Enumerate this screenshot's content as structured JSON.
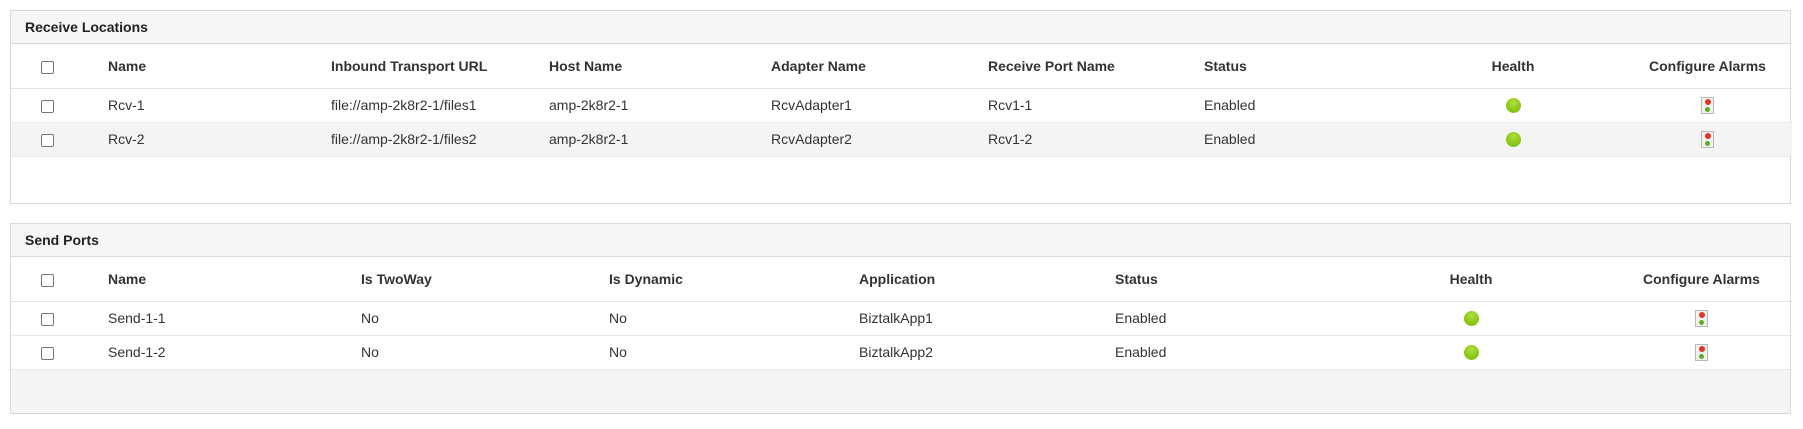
{
  "colors": {
    "health_ok": "#8cc918",
    "alarm_red": "#e03424",
    "alarm_green": "#62aa24",
    "stripe": "#f4f4f4",
    "panel_header_bg": "#f6f6f6",
    "panel_border": "#d9d9d9"
  },
  "receive_locations": {
    "title": "Receive Locations",
    "headers": {
      "name": "Name",
      "inbound_transport_url": "Inbound Transport URL",
      "host_name": "Host Name",
      "adapter_name": "Adapter Name",
      "receive_port_name": "Receive Port Name",
      "status": "Status",
      "health": "Health",
      "configure_alarms": "Configure Alarms"
    },
    "rows": [
      {
        "name": "Rcv-1",
        "inbound_transport_url": "file://amp-2k8r2-1/files1",
        "host_name": "amp-2k8r2-1",
        "adapter_name": "RcvAdapter1",
        "receive_port_name": "Rcv1-1",
        "status": "Enabled",
        "health": "healthy",
        "checked": false
      },
      {
        "name": "Rcv-2",
        "inbound_transport_url": "file://amp-2k8r2-1/files2",
        "host_name": "amp-2k8r2-1",
        "adapter_name": "RcvAdapter2",
        "receive_port_name": "Rcv1-2",
        "status": "Enabled",
        "health": "healthy",
        "checked": false
      }
    ]
  },
  "send_ports": {
    "title": "Send Ports",
    "headers": {
      "name": "Name",
      "is_twoway": "Is TwoWay",
      "is_dynamic": "Is Dynamic",
      "application": "Application",
      "status": "Status",
      "health": "Health",
      "configure_alarms": "Configure Alarms"
    },
    "rows": [
      {
        "name": "Send-1-1",
        "is_twoway": "No",
        "is_dynamic": "No",
        "application": "BiztalkApp1",
        "status": "Enabled",
        "health": "healthy",
        "checked": false
      },
      {
        "name": "Send-1-2",
        "is_twoway": "No",
        "is_dynamic": "No",
        "application": "BiztalkApp2",
        "status": "Enabled",
        "health": "healthy",
        "checked": false
      }
    ]
  }
}
